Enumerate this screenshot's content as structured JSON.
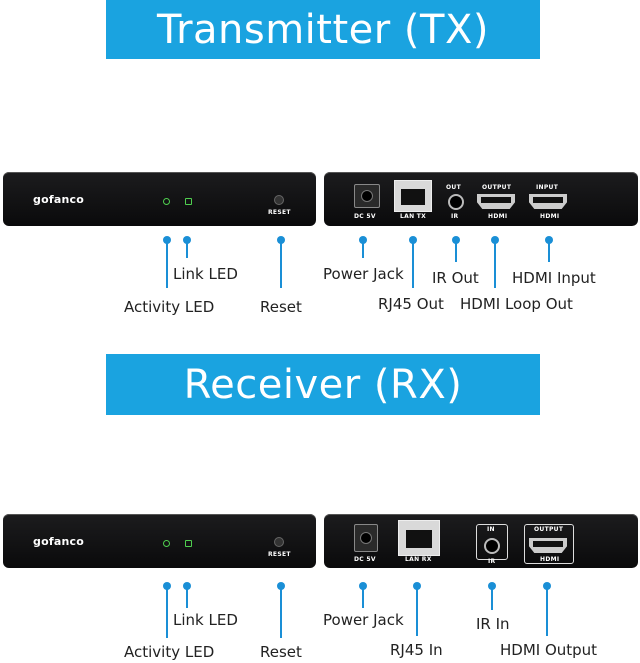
{
  "tx": {
    "title": "Transmitter (TX)",
    "brand": "gofanco",
    "reset_print": "RESET",
    "ports": {
      "dc": "DC 5V",
      "lan": "LAN TX",
      "out_tag": "OUT",
      "ir": "IR",
      "output_tag": "OUTPUT",
      "hdmi1": "HDMI",
      "input_tag": "INPUT",
      "hdmi2": "HDMI"
    },
    "labels": {
      "link_led": "Link LED",
      "activity_led": "Activity LED",
      "reset": "Reset",
      "power_jack": "Power Jack",
      "rj45": "RJ45 Out",
      "ir": "IR Out",
      "hdmi_loop": "HDMI Loop Out",
      "hdmi_input": "HDMI Input"
    }
  },
  "rx": {
    "title": "Receiver (RX)",
    "brand": "gofanco",
    "reset_print": "RESET",
    "ports": {
      "dc": "DC 5V",
      "lan": "LAN RX",
      "in_tag": "IN",
      "ir": "IR",
      "output_tag": "OUTPUT",
      "hdmi": "HDMI"
    },
    "labels": {
      "link_led": "Link LED",
      "activity_led": "Activity LED",
      "reset": "Reset",
      "power_jack": "Power Jack",
      "rj45": "RJ45 In",
      "ir": "IR In",
      "hdmi_output": "HDMI Output"
    }
  },
  "colors": {
    "banner": "#1aa3e0",
    "callout": "#1a8fd6",
    "device": "#111111",
    "led": "#4fcf4f"
  }
}
